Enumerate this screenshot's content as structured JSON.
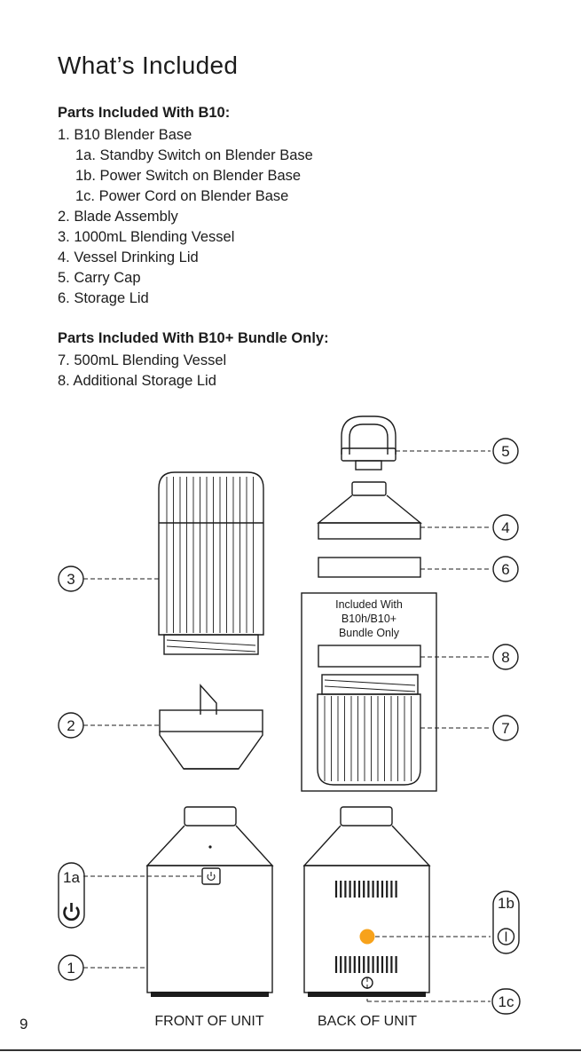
{
  "page": {
    "title": "What’s Included",
    "page_number": "9"
  },
  "sections": [
    {
      "heading": "Parts Included With B10:",
      "items": [
        {
          "text": "1. B10 Blender Base",
          "indent": false
        },
        {
          "text": "1a. Standby Switch on Blender Base",
          "indent": true
        },
        {
          "text": "1b. Power Switch on Blender Base",
          "indent": true
        },
        {
          "text": "1c. Power Cord on Blender Base",
          "indent": true
        },
        {
          "text": "2. Blade Assembly",
          "indent": false
        },
        {
          "text": "3. 1000mL Blending Vessel",
          "indent": false
        },
        {
          "text": "4. Vessel Drinking Lid",
          "indent": false
        },
        {
          "text": "5. Carry Cap",
          "indent": false
        },
        {
          "text": "6. Storage Lid",
          "indent": false
        }
      ]
    },
    {
      "heading": "Parts Included With B10+ Bundle Only:",
      "items": [
        {
          "text": "7. 500mL Blending Vessel",
          "indent": false
        },
        {
          "text": "8. Additional Storage Lid",
          "indent": false
        }
      ]
    }
  ],
  "diagram": {
    "callouts": {
      "c1": "1",
      "c1a": "1a",
      "c1b": "1b",
      "c1c": "1c",
      "c2": "2",
      "c3": "3",
      "c4": "4",
      "c5": "5",
      "c6": "6",
      "c7": "7",
      "c8": "8"
    },
    "bundle_note": [
      "Included With",
      "B10h/B10+",
      "Bundle Only"
    ],
    "captions": {
      "front": "FRONT OF UNIT",
      "back": "BACK OF UNIT"
    },
    "icons": {
      "standby": "power-icon",
      "power_switch": "on-off-icon",
      "indicator": "orange-indicator-light"
    },
    "colors": {
      "indicator": "#F7A21B",
      "line": "#1c1c1c"
    }
  }
}
